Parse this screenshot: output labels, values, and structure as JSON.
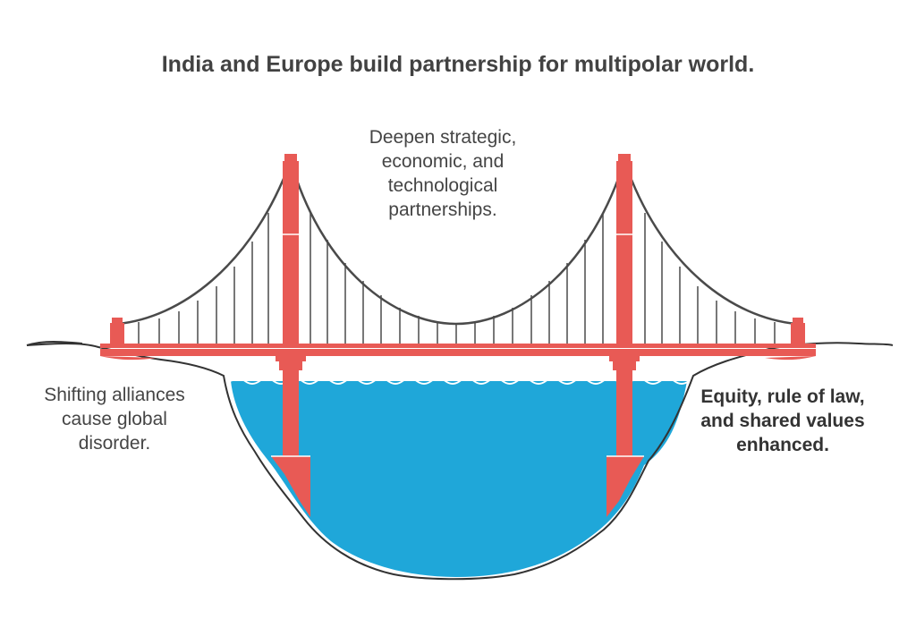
{
  "title": "India and Europe build partnership for multipolar world.",
  "labels": {
    "top": "Deepen strategic, economic, and technological partnerships.",
    "left": "Shifting alliances cause global disorder.",
    "right": "Equity, rule of law, and shared values enhanced."
  },
  "colors": {
    "tower": "#e85a55",
    "water": "#1fa7d9",
    "cable": "#4a4a4a",
    "ground": "#3a3a3a"
  }
}
